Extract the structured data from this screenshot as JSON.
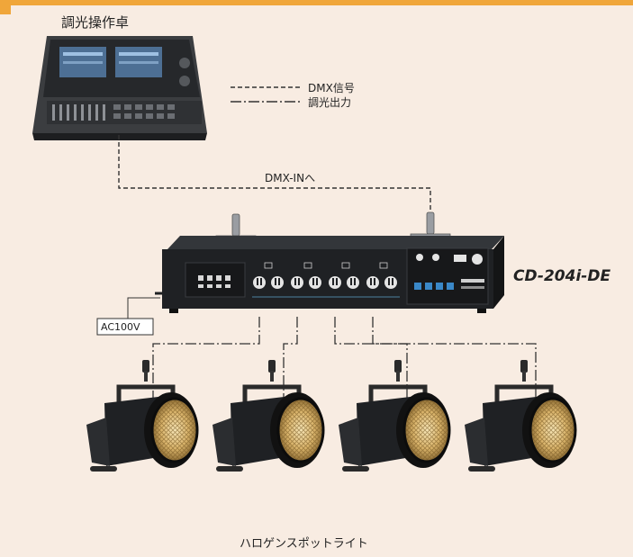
{
  "labels": {
    "console_title": "調光操作卓",
    "legend_dmx": "DMX信号",
    "legend_dimmer": "調光出力",
    "dmx_in": "DMX-INへ",
    "model": "CD-204i-DE",
    "ac": "AC100V",
    "spotlights": "ハロゲンスポットライト"
  },
  "colors": {
    "background": "#f8ece2",
    "accent_bar": "#f0a63a",
    "line": "#333333",
    "equipment": "#1f2124"
  }
}
